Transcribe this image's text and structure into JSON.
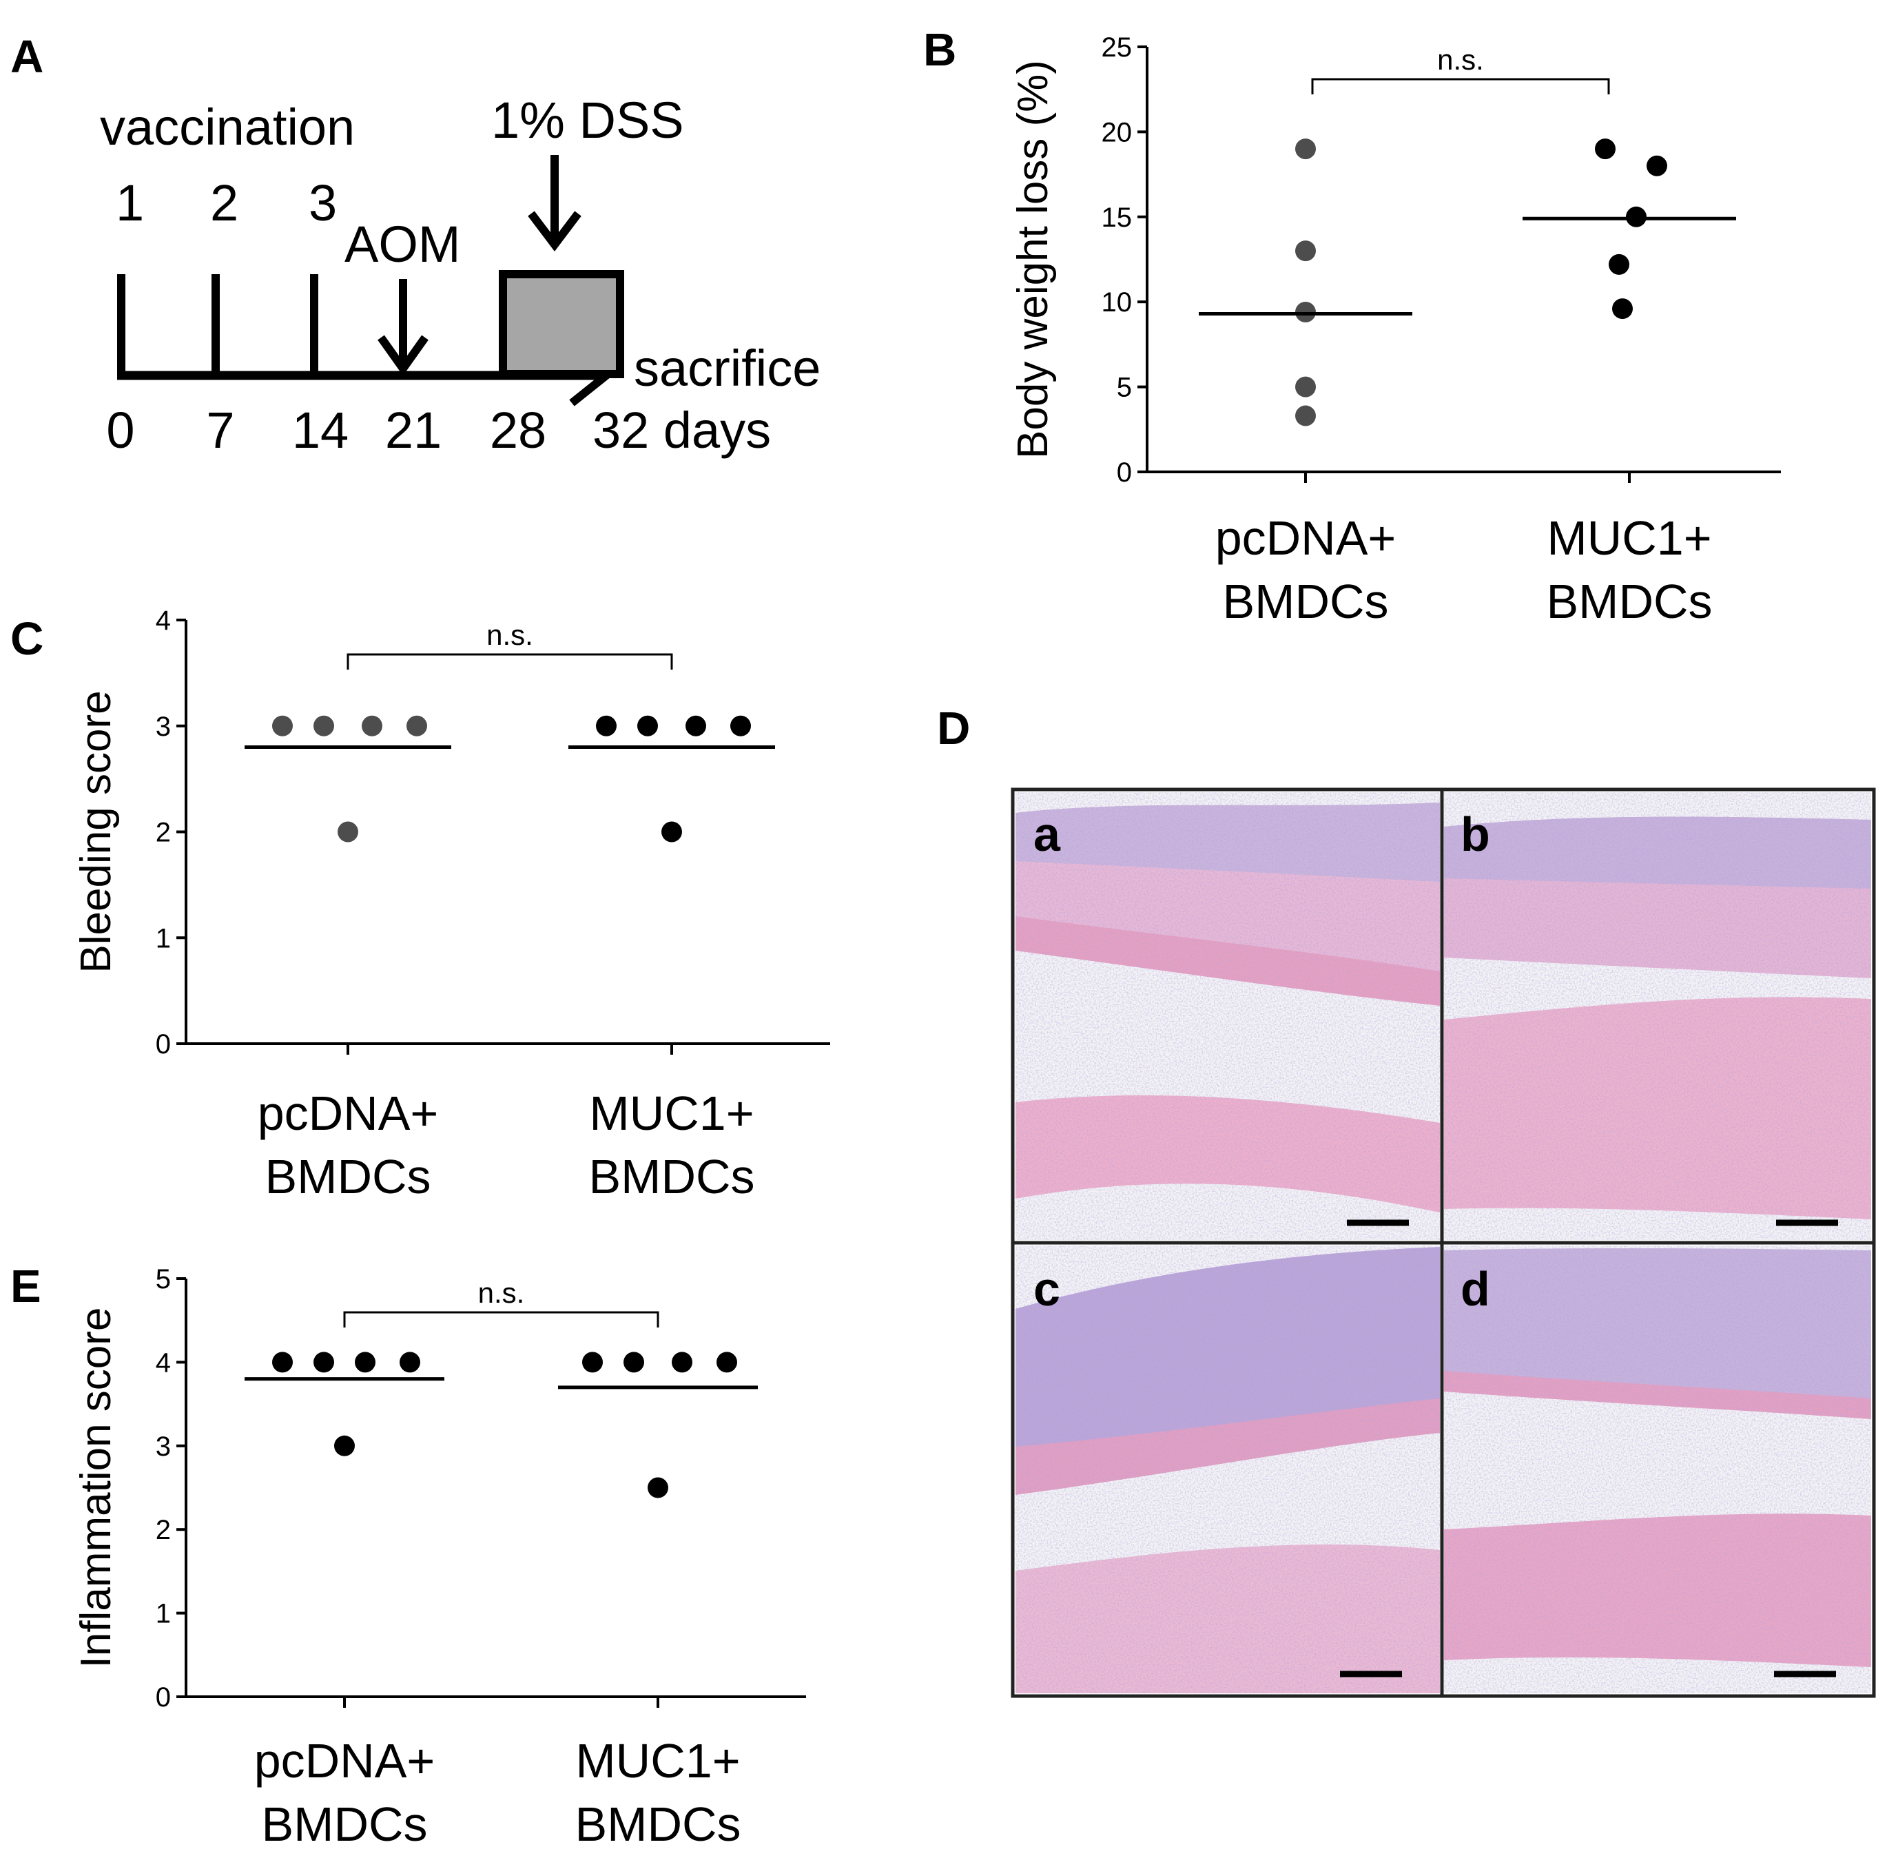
{
  "panel_labels": {
    "A": "A",
    "B": "B",
    "C": "C",
    "D": "D",
    "E": "E"
  },
  "timeline": {
    "vaccination_label": "vaccination",
    "vaccination_numbers": [
      "1",
      "2",
      "3"
    ],
    "aom_label": "AOM",
    "dss_label": "1% DSS",
    "sacrifice_label": "sacrifice",
    "day_ticks": [
      "0",
      "7",
      "14",
      "21",
      "28",
      "32 days"
    ]
  },
  "histology": {
    "sub_labels": [
      "a",
      "b",
      "c",
      "d"
    ],
    "colors": {
      "tissue_pink": "#e9a6c4",
      "nuclei_purple": "#9b86c8",
      "background": "#f4f5f6"
    }
  },
  "chart_data": [
    {
      "id": "B",
      "type": "scatter",
      "ylabel": "Body weight loss (%)",
      "ylim": [
        0,
        25
      ],
      "yticks": [
        "0",
        "5",
        "10",
        "15",
        "20",
        "25"
      ],
      "categories": [
        "pcDNA+\nBMDCs",
        "MUC1+\nBMDCs"
      ],
      "series": [
        {
          "values": [
            19,
            13,
            9.4,
            5,
            3.3
          ],
          "median": 9.3,
          "color": "#4d4d4d"
        },
        {
          "values": [
            19,
            18,
            15,
            12.2,
            9.6
          ],
          "median": 14.9,
          "color": "#000000"
        }
      ],
      "annotation": "n.s."
    },
    {
      "id": "C",
      "type": "scatter",
      "ylabel": "Bleeding score",
      "ylim": [
        0,
        4
      ],
      "yticks": [
        "0",
        "1",
        "2",
        "3",
        "4"
      ],
      "categories": [
        "pcDNA+\nBMDCs",
        "MUC1+\nBMDCs"
      ],
      "series": [
        {
          "values": [
            3,
            3,
            3,
            3,
            2
          ],
          "median": 2.8,
          "color": "#4d4d4d"
        },
        {
          "values": [
            3,
            3,
            3,
            3,
            2
          ],
          "median": 2.8,
          "color": "#000000"
        }
      ],
      "annotation": "n.s."
    },
    {
      "id": "E",
      "type": "scatter",
      "ylabel": "Inflammation score",
      "ylim": [
        0,
        5
      ],
      "yticks": [
        "0",
        "1",
        "2",
        "3",
        "4",
        "5"
      ],
      "categories": [
        "pcDNA+\nBMDCs",
        "MUC1+\nBMDCs"
      ],
      "series": [
        {
          "values": [
            4,
            4,
            4,
            4,
            3
          ],
          "median": 3.8,
          "color": "#000000"
        },
        {
          "values": [
            4,
            4,
            4,
            4,
            2.5
          ],
          "median": 3.7,
          "color": "#000000"
        }
      ],
      "annotation": "n.s."
    }
  ]
}
